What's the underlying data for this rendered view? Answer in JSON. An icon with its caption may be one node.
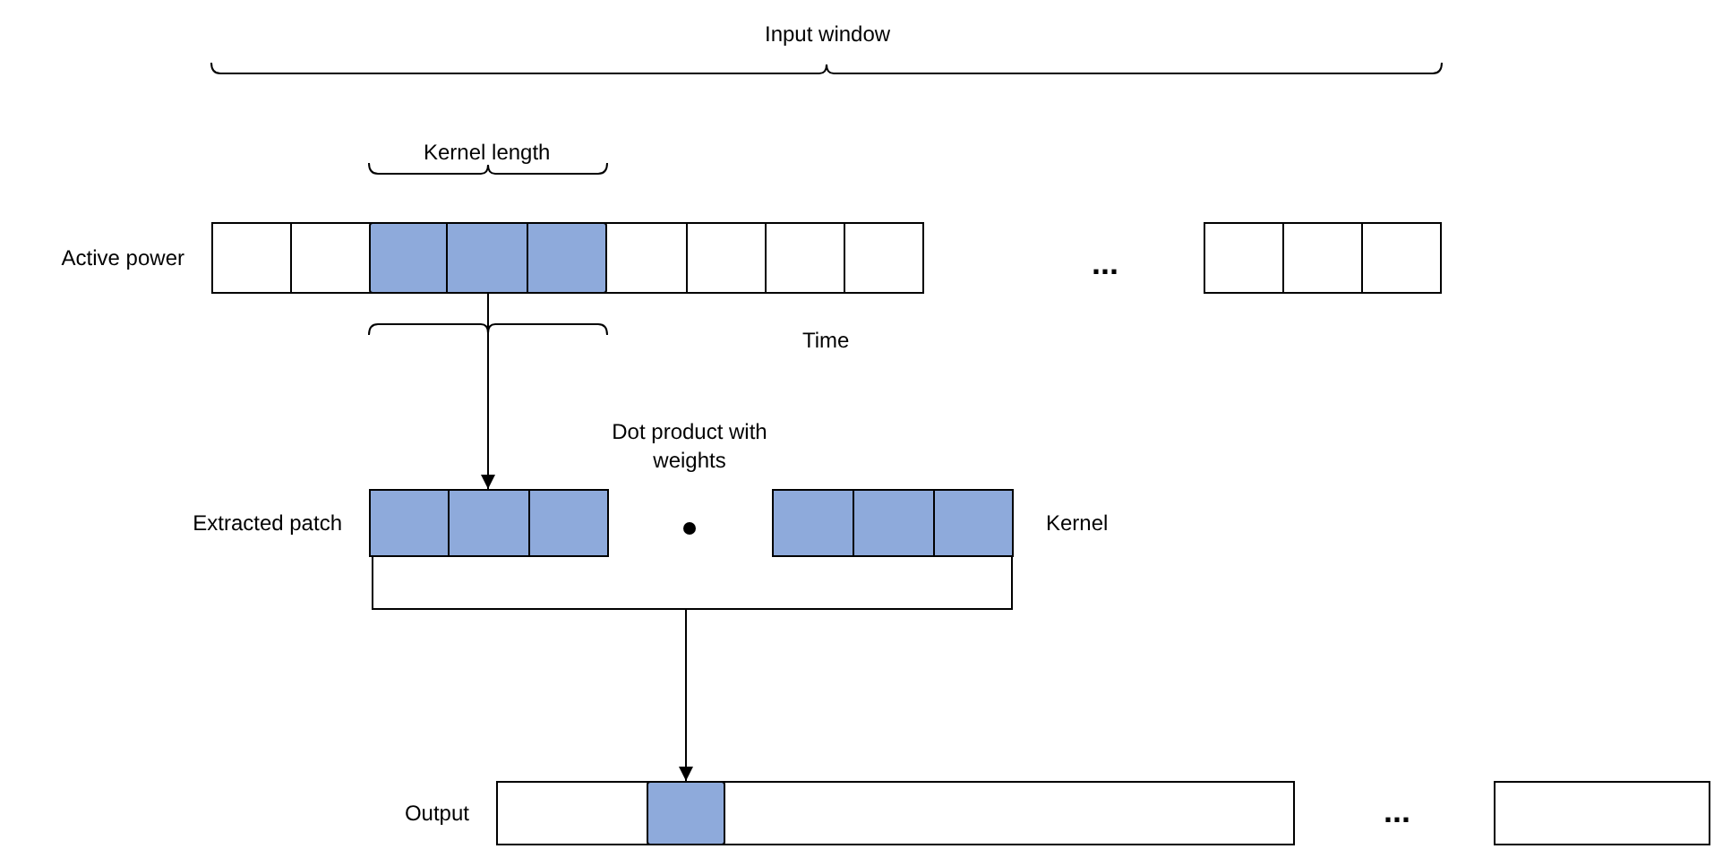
{
  "diagram": {
    "nodes": [
      {
        "text": [],
        "shape": "bar",
        "beside": [
          "Active power"
        ]
      },
      {
        "text": [],
        "shape": "box",
        "in": 0
      },
      {
        "text": [],
        "shape": "bar"
      },
      {
        "text": [],
        "shape": "bar",
        "beside": [
          "Extracted patch"
        ]
      },
      {
        "text": [],
        "shape": "bar",
        "beside": [
          "Kernel"
        ]
      },
      {
        "text": [],
        "shape": "bar",
        "beside": [
          "Output"
        ]
      },
      {
        "text": [],
        "shape": "box",
        "in": 5
      },
      {
        "text": [],
        "shape": "bar"
      }
    ],
    "edges": [
      {
        "from": 1,
        "to": 3,
        "arrow": "to"
      },
      {
        "from": 3,
        "to": 6,
        "arrow": "to"
      },
      {
        "from": 4,
        "to": 6,
        "arrow": "to"
      }
    ],
    "labels": [
      "Input window",
      "Kernel length",
      "Time",
      "...",
      "Dot product with weights",
      "..."
    ]
  }
}
